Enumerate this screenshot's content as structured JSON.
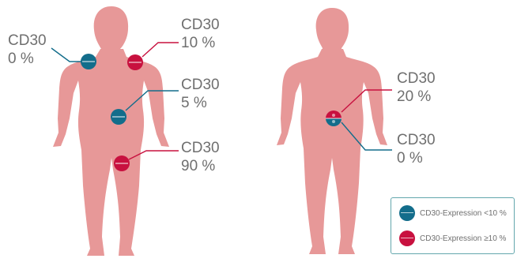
{
  "colors": {
    "body": "#e79898",
    "low": "#136d8b",
    "high": "#c8113f",
    "connector_low": "#136d8b",
    "connector_high": "#c8113f",
    "label_text": "#6f6f6f",
    "legend_border": "#63a7ad"
  },
  "figure_front": {
    "markers": [
      {
        "name": "CD30",
        "value": "0 %",
        "level": "low"
      },
      {
        "name": "CD30",
        "value": "10 %",
        "level": "high"
      },
      {
        "name": "CD30",
        "value": "5 %",
        "level": "low"
      },
      {
        "name": "CD30",
        "value": "90 %",
        "level": "high"
      }
    ]
  },
  "figure_back": {
    "markers": [
      {
        "name": "CD30",
        "value": "20 %",
        "level": "high"
      },
      {
        "name": "CD30",
        "value": "0 %",
        "level": "low"
      }
    ]
  },
  "legend": {
    "items": [
      {
        "label": "CD30-Expression <10 %",
        "level": "low"
      },
      {
        "label": "CD30-Expression ≥10 %",
        "level": "high"
      }
    ]
  }
}
